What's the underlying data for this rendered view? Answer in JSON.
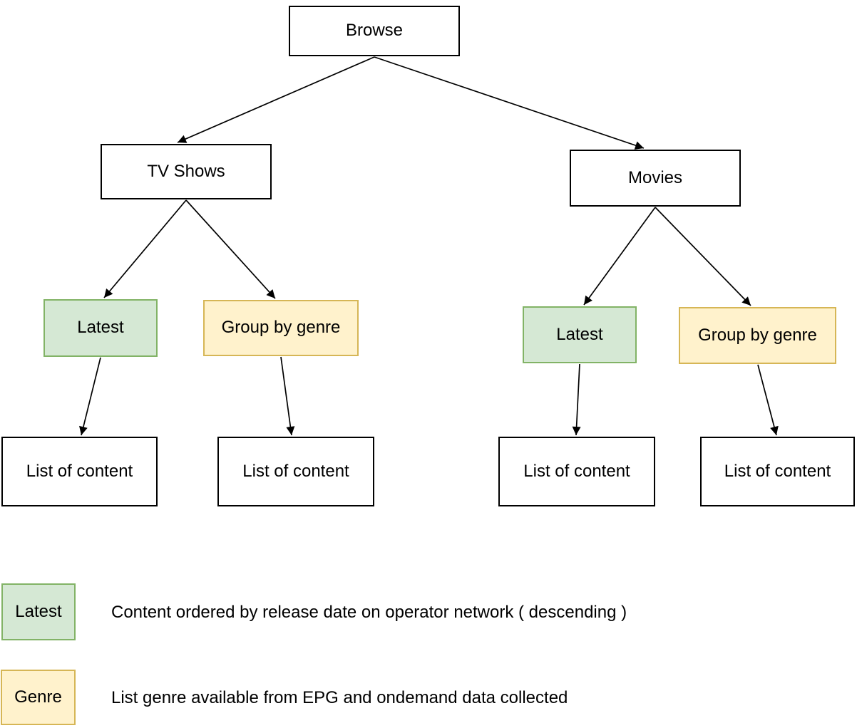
{
  "colors": {
    "canvas-bg": "#ffffff",
    "node-fill": "#ffffff",
    "node-border": "#000000",
    "edge-color": "#000000",
    "latest-fill": "#d5e8d4",
    "latest-border": "#82b366",
    "genre-fill": "#fff2cc",
    "genre-border": "#d6b656"
  },
  "diagram": {
    "nodes": {
      "browse": {
        "label": "Browse"
      },
      "tv_shows": {
        "label": "TV Shows"
      },
      "movies": {
        "label": "Movies"
      },
      "tv_latest": {
        "label": "Latest"
      },
      "tv_group_by_genre": {
        "label": "Group by genre"
      },
      "movies_latest": {
        "label": "Latest"
      },
      "movies_group_by_genre": {
        "label": "Group by genre"
      },
      "tv_latest_list": {
        "label": "List of content"
      },
      "tv_genre_list": {
        "label": "List of content"
      },
      "movies_latest_list": {
        "label": "List of content"
      },
      "movies_genre_list": {
        "label": "List of content"
      }
    }
  },
  "legend": {
    "items": [
      {
        "key": "latest",
        "swatch_label": "Latest",
        "description": "Content ordered by release date on operator network ( descending )"
      },
      {
        "key": "genre",
        "swatch_label": "Genre",
        "description": "List genre available from EPG and ondemand data collected"
      }
    ]
  }
}
